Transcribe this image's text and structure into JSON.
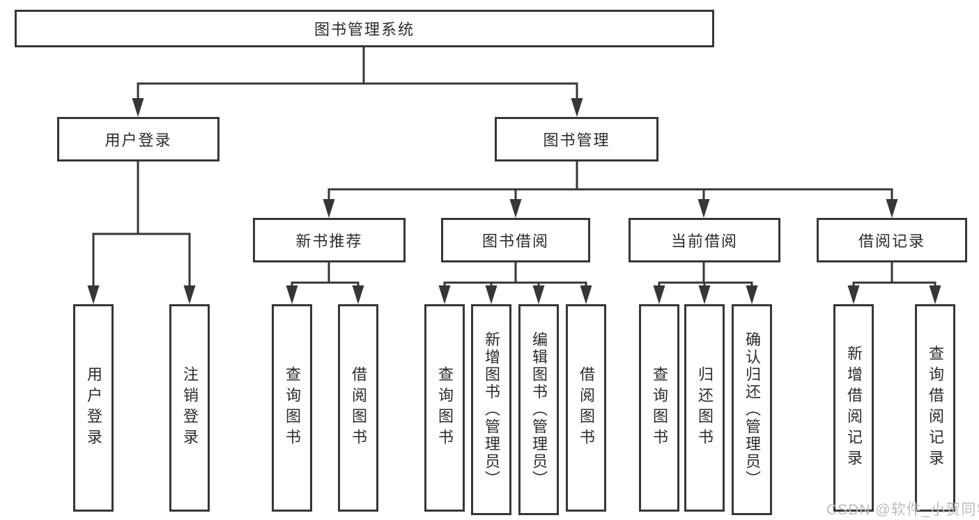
{
  "colors": {
    "line": "#363636",
    "box_border": "#363636",
    "text": "#2b2b2b",
    "watermark": "#bcbcbc",
    "background": "#ffffff"
  },
  "watermark": "CSDN @软件_小贺同学",
  "diagram": {
    "tree": {
      "label": "图书管理系统",
      "children": [
        {
          "label": "用户登录",
          "children": [
            {
              "label": "用户登录"
            },
            {
              "label": "注销登录"
            }
          ]
        },
        {
          "label": "图书管理",
          "children": [
            {
              "label": "新书推荐",
              "children": [
                {
                  "label": "查询图书"
                },
                {
                  "label": "借阅图书"
                }
              ]
            },
            {
              "label": "图书借阅",
              "children": [
                {
                  "label": "查询图书"
                },
                {
                  "label": "新增图书（管理员）"
                },
                {
                  "label": "编辑图书（管理员）"
                },
                {
                  "label": "借阅图书"
                }
              ]
            },
            {
              "label": "当前借阅",
              "children": [
                {
                  "label": "查询图书"
                },
                {
                  "label": "归还图书"
                },
                {
                  "label": "确认归还（管理员）"
                }
              ]
            },
            {
              "label": "借阅记录",
              "children": [
                {
                  "label": "新增借阅记录"
                },
                {
                  "label": "查询借阅记录"
                }
              ]
            }
          ]
        }
      ]
    }
  }
}
